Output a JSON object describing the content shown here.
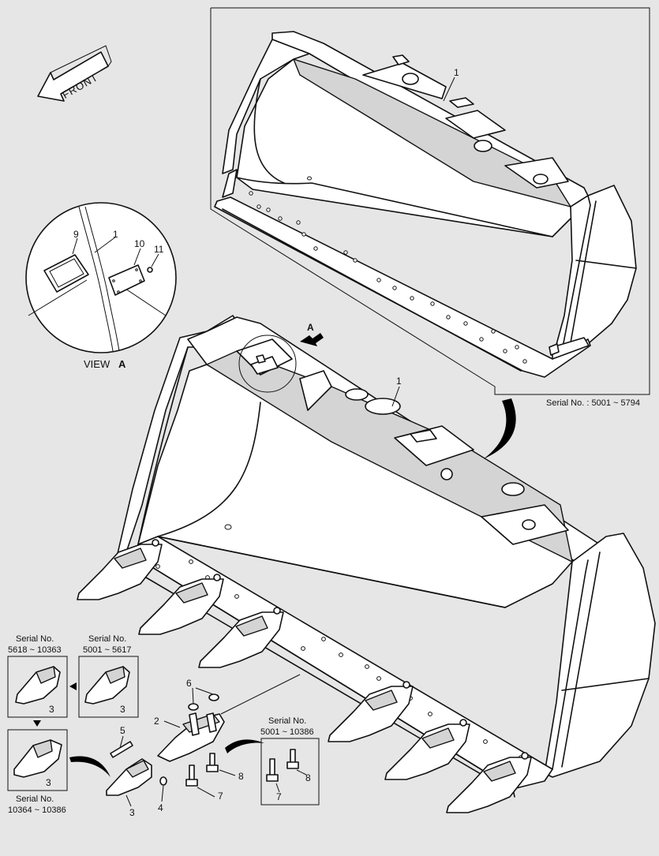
{
  "diagram": {
    "front_label": "FRONT",
    "view_label": "VIEW",
    "view_letter": "A",
    "view_arrow_letter": "A",
    "top_serial": "Serial No. : 5001 ~ 5794",
    "callouts": {
      "c1_top": "1",
      "c1_main": "1",
      "c1_view": "1",
      "c9": "9",
      "c10": "10",
      "c11": "11",
      "c2": "2",
      "c3_tip": "3",
      "c3_box_a": "3",
      "c3_box_b": "3",
      "c3_box_c": "3",
      "c4": "4",
      "c5": "5",
      "c6": "6",
      "c7_main": "7",
      "c8_main": "8",
      "c7_box": "7",
      "c8_box": "8"
    },
    "serial_boxes": {
      "a_line1": "Serial No.",
      "a_line2": "5618 ~ 10363",
      "b_line1": "Serial No.",
      "b_line2": "5001 ~ 5617",
      "c_line1": "Serial No.",
      "c_line2": "10364 ~ 10386",
      "d_line1": "Serial No.",
      "d_line2": "5001 ~ 10386"
    }
  }
}
